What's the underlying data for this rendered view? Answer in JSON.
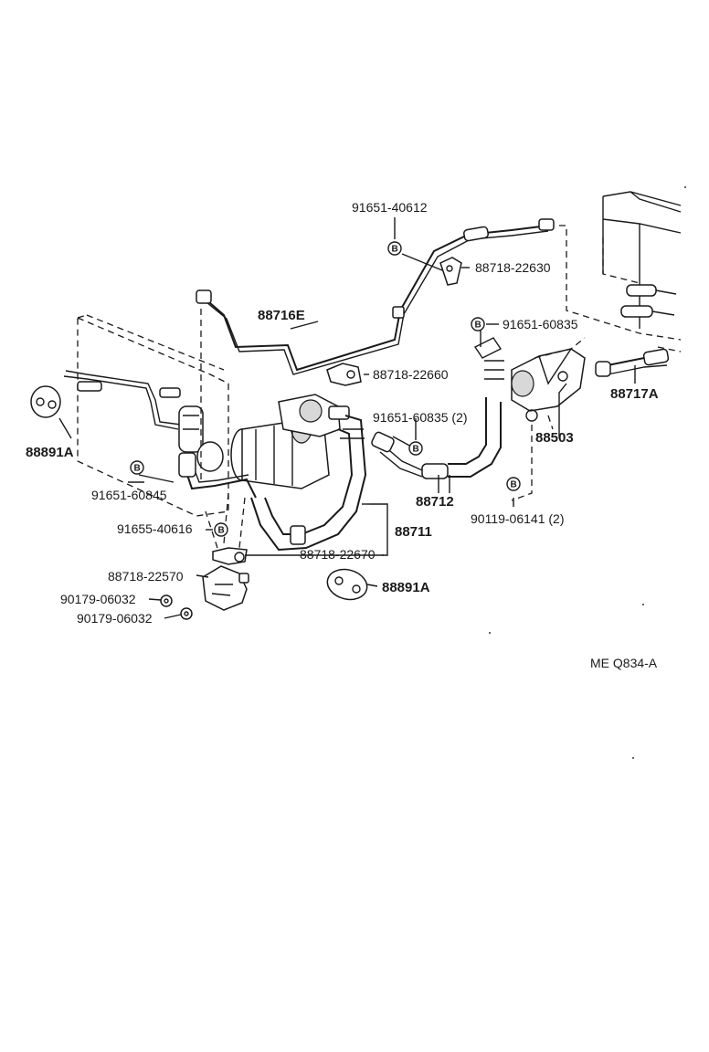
{
  "labels": {
    "p_91651_40612": "91651-40612",
    "p_88718_22630": "88718-22630",
    "p_88716E": "88716E",
    "p_91651_60835": "91651-60835",
    "p_88718_22660": "88718-22660",
    "p_88717A": "88717A",
    "p_91651_60835_2": "91651-60835  (2)",
    "p_88503": "88503",
    "p_88891A_left": "88891A",
    "p_91651_60845": "91651-60845",
    "p_88712": "88712",
    "p_90119_06141": "90119-06141  (2)",
    "p_91655_40616": "91655-40616",
    "p_88711": "88711",
    "p_88718_22670": "88718-22670",
    "p_88718_22570": "88718-22570",
    "p_88891A_right": "88891A",
    "p_90179_06032_a": "90179-06032",
    "p_90179_06032_b": "90179-06032",
    "diagram_code": "ME  Q834-A"
  },
  "bolt_symbol": "B"
}
